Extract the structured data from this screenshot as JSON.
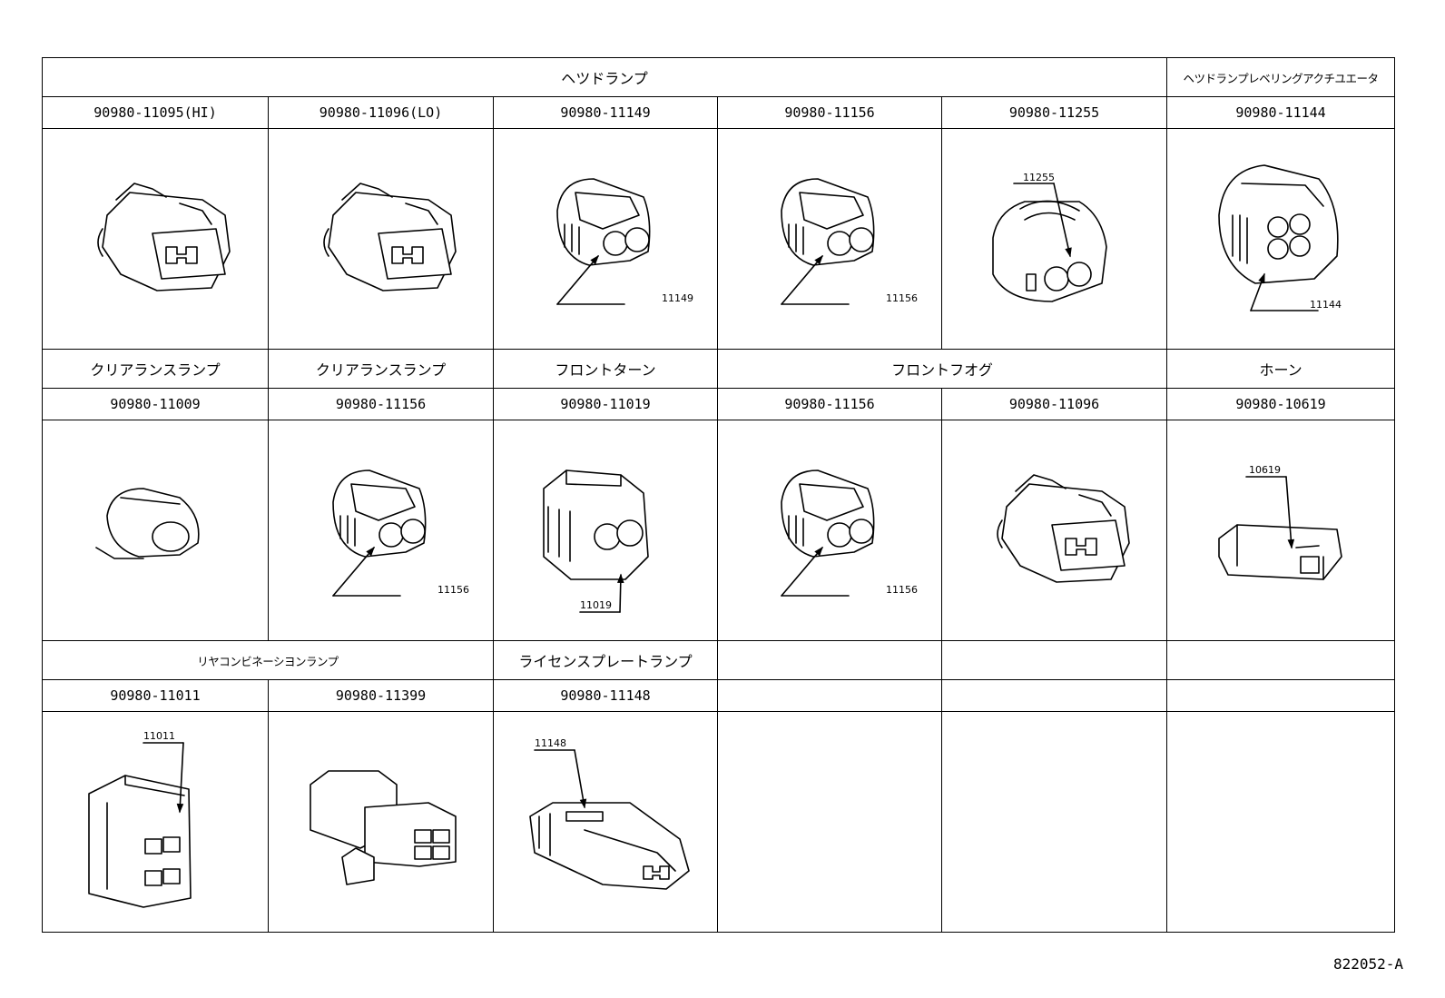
{
  "sections": [
    {
      "headers": [
        {
          "name": "headlamp",
          "label": "ヘツドランプ",
          "colspan": 5
        },
        {
          "name": "headlamp-leveling-actuator",
          "label": "ヘツドランプレベリングアクチユエータ",
          "colspan": 1
        }
      ],
      "parts": [
        "90980-11095(HI)",
        "90980-11096(LO)",
        "90980-11149",
        "90980-11156",
        "90980-11255",
        "90980-11144"
      ],
      "drawings": [
        {
          "shape": "flat-2pin",
          "callout": ""
        },
        {
          "shape": "flat-2pin",
          "callout": ""
        },
        {
          "shape": "round-2pin",
          "callout": "11149"
        },
        {
          "shape": "round-2pin",
          "callout": "11156"
        },
        {
          "shape": "round-2pin-b",
          "callout": "11255"
        },
        {
          "shape": "round-4pin",
          "callout": "11144"
        }
      ]
    },
    {
      "headers": [
        {
          "name": "clearance-lamp-1",
          "label": "クリアランスランプ",
          "colspan": 1
        },
        {
          "name": "clearance-lamp-2",
          "label": "クリアランスランプ",
          "colspan": 1
        },
        {
          "name": "front-turn",
          "label": "フロントターン",
          "colspan": 1
        },
        {
          "name": "front-fog",
          "label": "フロントフオグ",
          "colspan": 2
        },
        {
          "name": "horn",
          "label": "ホーン",
          "colspan": 1
        }
      ],
      "parts": [
        "90980-11009",
        "90980-11156",
        "90980-11019",
        "90980-11156",
        "90980-11096",
        "90980-10619"
      ],
      "drawings": [
        {
          "shape": "small-1pin",
          "callout": ""
        },
        {
          "shape": "round-2pin",
          "callout": "11156"
        },
        {
          "shape": "square-2pin",
          "callout": "11019"
        },
        {
          "shape": "round-2pin",
          "callout": "11156"
        },
        {
          "shape": "flat-2pin",
          "callout": ""
        },
        {
          "shape": "horn-1pin",
          "callout": "10619"
        }
      ]
    },
    {
      "headers": [
        {
          "name": "rear-combination-lamp",
          "label": "リヤコンビネーシヨンランプ",
          "colspan": 2
        },
        {
          "name": "license-plate-lamp",
          "label": "ライセンスプレートランプ",
          "colspan": 1
        },
        {
          "name": "empty-header-1",
          "label": "",
          "colspan": 1
        },
        {
          "name": "empty-header-2",
          "label": "",
          "colspan": 1
        },
        {
          "name": "empty-header-3",
          "label": "",
          "colspan": 1
        }
      ],
      "parts": [
        "90980-11011",
        "90980-11399",
        "90980-11148",
        "",
        "",
        ""
      ],
      "drawings": [
        {
          "shape": "block-4pin",
          "callout": "11011"
        },
        {
          "shape": "clip-4pin",
          "callout": ""
        },
        {
          "shape": "long-2pin",
          "callout": "11148"
        },
        {
          "shape": "none",
          "callout": ""
        },
        {
          "shape": "none",
          "callout": ""
        },
        {
          "shape": "none",
          "callout": ""
        }
      ]
    }
  ],
  "drawing_number": "822052-A"
}
